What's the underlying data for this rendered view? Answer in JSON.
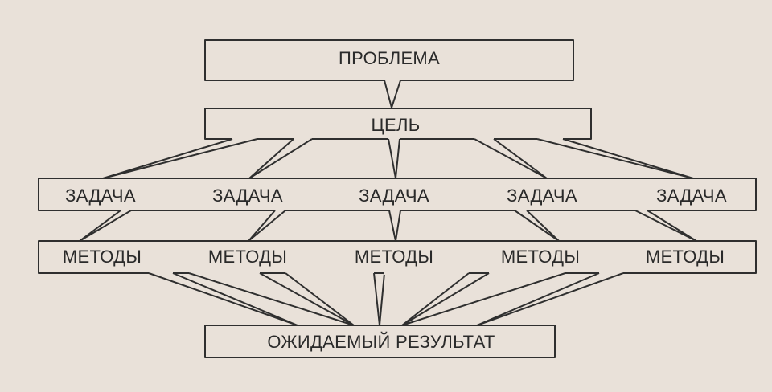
{
  "diagram": {
    "problem": "ПРОБЛЕМА",
    "goal": "ЦЕЛЬ",
    "tasks": [
      "ЗАДАЧА",
      "ЗАДАЧА",
      "ЗАДАЧА",
      "ЗАДАЧА",
      "ЗАДАЧА"
    ],
    "methods": [
      "МЕТОДЫ",
      "МЕТОДЫ",
      "МЕТОДЫ",
      "МЕТОДЫ",
      "МЕТОДЫ"
    ],
    "result": "ОЖИДАЕМЫЙ РЕЗУЛЬТАТ"
  },
  "colors": {
    "background": "#e9e1d9",
    "ink": "#2a2a2a"
  }
}
